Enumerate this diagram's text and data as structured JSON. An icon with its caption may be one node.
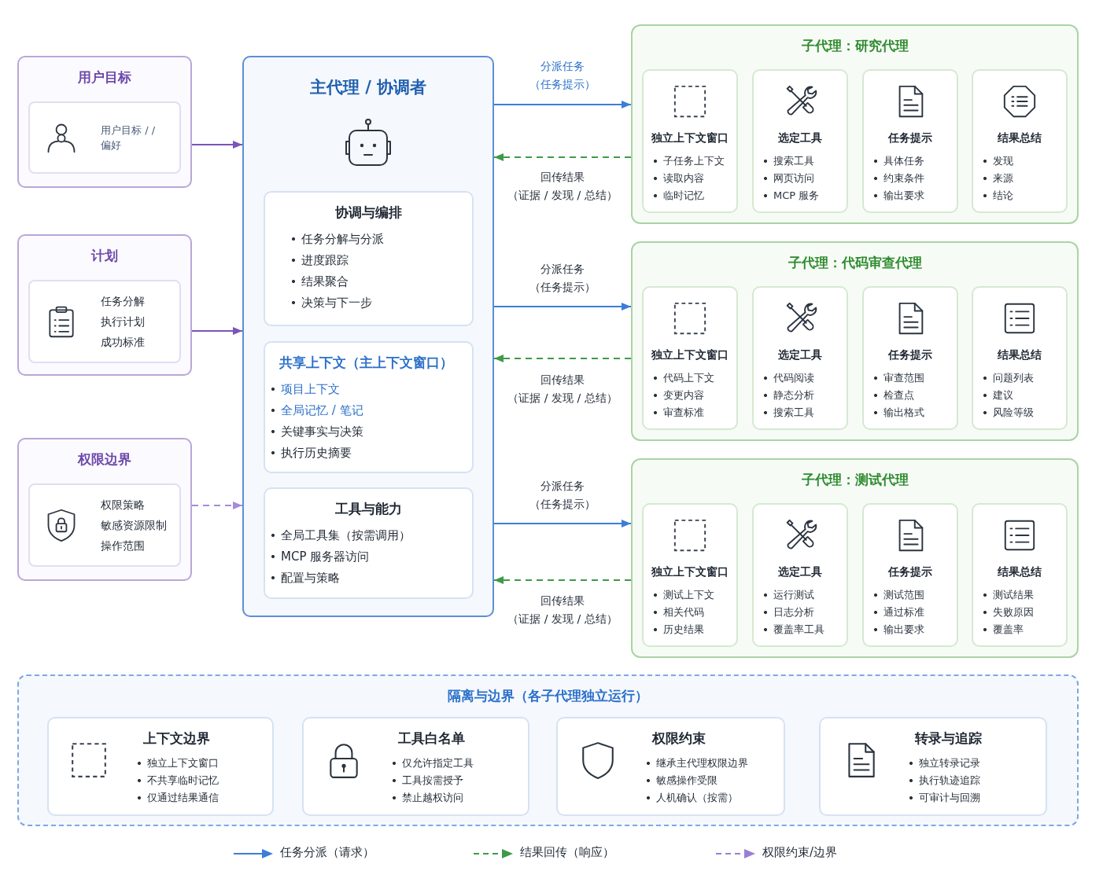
{
  "diagram": {
    "nodes": [
      {
        "text": [
          "用户目标"
        ]
      },
      {
        "text": [
          "用户目标 / / 偏好"
        ],
        "in": 0
      },
      {
        "text": [
          "计划"
        ]
      },
      {
        "text": [
          "任务分解",
          "执行计划",
          "成功标准"
        ],
        "in": 2
      },
      {
        "text": [
          "权限边界"
        ]
      },
      {
        "text": [
          "权限策略",
          "敏感资源限制",
          "操作范围"
        ],
        "in": 4
      },
      {
        "text": [
          "主代理 / 协调者"
        ]
      },
      {
        "text": [
          "协调与编排",
          "任务分解与分派",
          "进度跟踪",
          "结果聚合",
          "决策与下一步"
        ],
        "in": 6
      },
      {
        "text": [
          "共享上下文（主上下文窗口）",
          "项目上下文",
          "全局记忆 / 笔记",
          "关键事实与决策",
          "执行历史摘要"
        ],
        "in": 6
      },
      {
        "text": [
          "工具与能力",
          "全局工具集（按需调用）",
          "MCP 服务器访问",
          "配置与策略"
        ],
        "in": 6
      },
      {
        "text": [
          "子代理：研究代理"
        ]
      },
      {
        "text": [
          "独立上下文窗口",
          "子任务上下文",
          "读取内容",
          "临时记忆"
        ],
        "in": 10
      },
      {
        "text": [
          "选定工具",
          "搜索工具",
          "网页访问",
          "MCP 服务"
        ],
        "in": 10
      },
      {
        "text": [
          "任务提示",
          "具体任务",
          "约束条件",
          "输出要求"
        ],
        "in": 10
      },
      {
        "text": [
          "结果总结",
          "发现",
          "来源",
          "结论"
        ],
        "in": 10
      },
      {
        "text": [
          "子代理：代码审查代理"
        ]
      },
      {
        "text": [
          "独立上下文窗口",
          "代码上下文",
          "变更内容",
          "审查标准"
        ],
        "in": 15
      },
      {
        "text": [
          "选定工具",
          "代码阅读",
          "静态分析",
          "搜索工具"
        ],
        "in": 15
      },
      {
        "text": [
          "任务提示",
          "审查范围",
          "检查点",
          "输出格式"
        ],
        "in": 15
      },
      {
        "text": [
          "结果总结",
          "问题列表",
          "建议",
          "风险等级"
        ],
        "in": 15
      },
      {
        "text": [
          "子代理：测试代理"
        ]
      },
      {
        "text": [
          "独立上下文窗口",
          "测试上下文",
          "相关代码",
          "历史结果"
        ],
        "in": 20
      },
      {
        "text": [
          "选定工具",
          "运行测试",
          "日志分析",
          "覆盖率工具"
        ],
        "in": 20
      },
      {
        "text": [
          "任务提示",
          "测试范围",
          "通过标准",
          "输出要求"
        ],
        "in": 20
      },
      {
        "text": [
          "结果总结",
          "测试结果",
          "失败原因",
          "覆盖率"
        ],
        "in": 20
      },
      {
        "text": [
          "隔离与边界（各子代理独立运行）"
        ]
      },
      {
        "text": [
          "上下文边界",
          "独立上下文窗口",
          "不共享临时记忆",
          "仅通过结果通信"
        ],
        "in": 25
      },
      {
        "text": [
          "工具白名单",
          "仅允许指定工具",
          "工具按需授予",
          "禁止越权访问"
        ],
        "in": 25
      },
      {
        "text": [
          "权限约束",
          "继承主代理权限边界",
          "敏感操作受限",
          "人机确认（按需）"
        ],
        "in": 25
      },
      {
        "text": [
          "转录与追踪",
          "独立转录记录",
          "执行轨迹追踪",
          "可审计与回溯"
        ],
        "in": 25
      }
    ],
    "edges": [
      {
        "from": 0,
        "to": 6,
        "arrow": "to",
        "color": "#7b55b8"
      },
      {
        "from": 2,
        "to": 6,
        "arrow": "to",
        "color": "#7b55b8"
      },
      {
        "from": 4,
        "to": 6,
        "arrow": "to",
        "style": "dashed",
        "color": "#a58bd8"
      },
      {
        "from": 6,
        "to": 10,
        "arrow": "to",
        "label": "分派任务（任务提示）",
        "color": "#3b7dd8"
      },
      {
        "from": 10,
        "to": 6,
        "arrow": "to",
        "label": "回传结果（证据 / 发现 / 总结）",
        "style": "dashed",
        "color": "#3f9a48"
      },
      {
        "from": 6,
        "to": 15,
        "arrow": "to",
        "label": "分派任务（任务提示）",
        "color": "#3b7dd8"
      },
      {
        "from": 15,
        "to": 6,
        "arrow": "to",
        "label": "回传结果（证据 / 发现 / 总结）",
        "style": "dashed",
        "color": "#3f9a48"
      },
      {
        "from": 6,
        "to": 20,
        "arrow": "to",
        "label": "分派任务（任务提示）",
        "color": "#3b7dd8"
      },
      {
        "from": 20,
        "to": 6,
        "arrow": "to",
        "label": "回传结果（证据 / 发现 / 总结）",
        "style": "dashed",
        "color": "#3f9a48"
      }
    ],
    "legend": [
      {
        "text": "任务分派（请求）"
      },
      {
        "text": "结果回传（响应）"
      },
      {
        "text": "权限约束/边界"
      }
    ]
  }
}
